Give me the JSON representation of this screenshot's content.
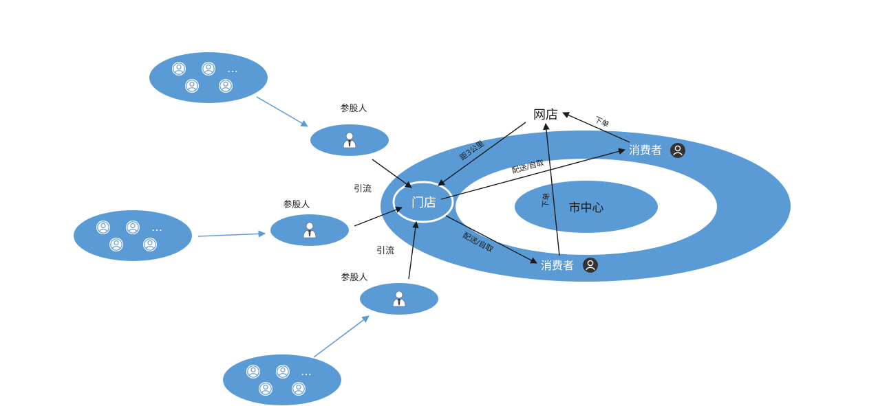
{
  "colors": {
    "blue": "#5b9bd5",
    "white": "#ffffff",
    "dark": "#1a1a1a",
    "avatar_dark": "#333333"
  },
  "labels": {
    "partner_1": "参股人",
    "partner_2": "参股人",
    "partner_3": "参股人",
    "traffic_1": "引流",
    "traffic_2": "引流",
    "store": "门店",
    "online_store": "网店",
    "city_center": "市中心",
    "consumer_top": "消费者",
    "consumer_bottom": "消费者",
    "order_top": "下单",
    "order_mid": "下单",
    "delivery_top": "配送/自取",
    "delivery_bottom": "配送/自取",
    "distance": "距3公里",
    "ellipsis": "…"
  },
  "icons": {
    "group_member": "user-circle-icon",
    "partner": "businessman-icon",
    "consumer": "user-circle-dark-icon"
  }
}
